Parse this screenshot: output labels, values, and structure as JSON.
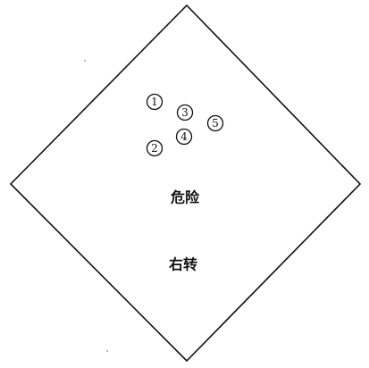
{
  "markers": [
    {
      "label": "1"
    },
    {
      "label": "3"
    },
    {
      "label": "5"
    },
    {
      "label": "4"
    },
    {
      "label": "2"
    }
  ],
  "sign": {
    "warning_text": "危险",
    "turn_text": "右转"
  }
}
